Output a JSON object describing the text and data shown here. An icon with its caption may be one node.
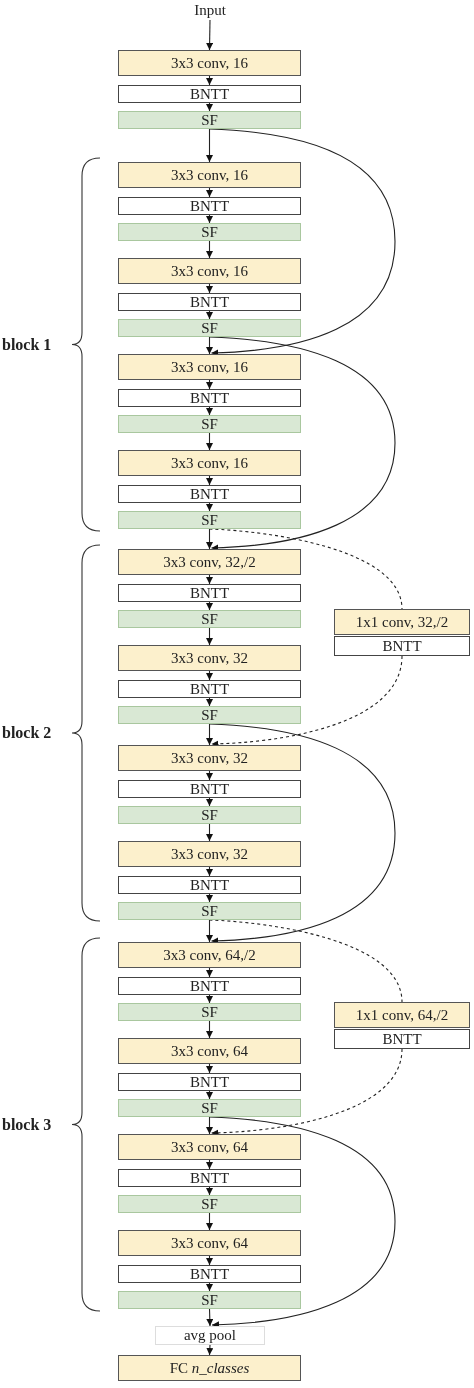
{
  "diagram": {
    "nodes": [
      {
        "text": [
          "Input"
        ]
      },
      {
        "text": [
          "3x3 conv, 16"
        ]
      },
      {
        "text": [
          "BNTT"
        ]
      },
      {
        "text": [
          "SF"
        ]
      },
      {
        "text": [
          "3x3 conv, 16"
        ]
      },
      {
        "text": [
          "BNTT"
        ]
      },
      {
        "text": [
          "SF"
        ]
      },
      {
        "text": [
          "3x3 conv, 16"
        ]
      },
      {
        "text": [
          "BNTT"
        ]
      },
      {
        "text": [
          "SF"
        ]
      },
      {
        "text": [
          "3x3 conv, 16"
        ]
      },
      {
        "text": [
          "BNTT"
        ]
      },
      {
        "text": [
          "SF"
        ]
      },
      {
        "text": [
          "3x3 conv, 16"
        ]
      },
      {
        "text": [
          "BNTT"
        ]
      },
      {
        "text": [
          "SF"
        ]
      },
      {
        "text": [
          "3x3 conv, 32,/2"
        ]
      },
      {
        "text": [
          "BNTT"
        ]
      },
      {
        "text": [
          "SF"
        ]
      },
      {
        "text": [
          "3x3 conv, 32"
        ]
      },
      {
        "text": [
          "BNTT"
        ]
      },
      {
        "text": [
          "SF"
        ]
      },
      {
        "text": [
          "3x3 conv, 32"
        ]
      },
      {
        "text": [
          "BNTT"
        ]
      },
      {
        "text": [
          "SF"
        ]
      },
      {
        "text": [
          "3x3 conv, 32"
        ]
      },
      {
        "text": [
          "BNTT"
        ]
      },
      {
        "text": [
          "SF"
        ]
      },
      {
        "text": [
          "1x1 conv, 32,/2"
        ]
      },
      {
        "text": [
          "BNTT"
        ]
      },
      {
        "text": [
          "3x3 conv, 64,/2"
        ]
      },
      {
        "text": [
          "BNTT"
        ]
      },
      {
        "text": [
          "SF"
        ]
      },
      {
        "text": [
          "3x3 conv, 64"
        ]
      },
      {
        "text": [
          "BNTT"
        ]
      },
      {
        "text": [
          "SF"
        ]
      },
      {
        "text": [
          "3x3 conv, 64"
        ]
      },
      {
        "text": [
          "BNTT"
        ]
      },
      {
        "text": [
          "SF"
        ]
      },
      {
        "text": [
          "3x3 conv, 64"
        ]
      },
      {
        "text": [
          "BNTT"
        ]
      },
      {
        "text": [
          "SF"
        ]
      },
      {
        "text": [
          "1x1 conv, 64,/2"
        ]
      },
      {
        "text": [
          "BNTT"
        ]
      },
      {
        "text": [
          "avg pool"
        ]
      },
      {
        "text": [
          "FC *n_classes*"
        ]
      }
    ],
    "edges": [
      {
        "from": 0,
        "to": 1,
        "arrow": "to"
      },
      {
        "from": 1,
        "to": 2,
        "arrow": "to"
      },
      {
        "from": 2,
        "to": 3,
        "arrow": "to"
      },
      {
        "from": 3,
        "to": 4,
        "arrow": "to"
      },
      {
        "from": 4,
        "to": 5,
        "arrow": "to"
      },
      {
        "from": 5,
        "to": 6,
        "arrow": "to"
      },
      {
        "from": 6,
        "to": 7,
        "arrow": "to"
      },
      {
        "from": 7,
        "to": 8,
        "arrow": "to"
      },
      {
        "from": 8,
        "to": 9,
        "arrow": "to"
      },
      {
        "from": 9,
        "to": 10,
        "arrow": "to"
      },
      {
        "from": 10,
        "to": 11,
        "arrow": "to"
      },
      {
        "from": 11,
        "to": 12,
        "arrow": "to"
      },
      {
        "from": 12,
        "to": 13,
        "arrow": "to"
      },
      {
        "from": 13,
        "to": 14,
        "arrow": "to"
      },
      {
        "from": 14,
        "to": 15,
        "arrow": "to"
      },
      {
        "from": 15,
        "to": 16,
        "arrow": "to"
      },
      {
        "from": 16,
        "to": 17,
        "arrow": "to"
      },
      {
        "from": 17,
        "to": 18,
        "arrow": "to"
      },
      {
        "from": 18,
        "to": 19,
        "arrow": "to"
      },
      {
        "from": 19,
        "to": 20,
        "arrow": "to"
      },
      {
        "from": 20,
        "to": 21,
        "arrow": "to"
      },
      {
        "from": 21,
        "to": 22,
        "arrow": "to"
      },
      {
        "from": 22,
        "to": 23,
        "arrow": "to"
      },
      {
        "from": 23,
        "to": 24,
        "arrow": "to"
      },
      {
        "from": 24,
        "to": 25,
        "arrow": "to"
      },
      {
        "from": 25,
        "to": 26,
        "arrow": "to"
      },
      {
        "from": 26,
        "to": 27,
        "arrow": "to"
      },
      {
        "from": 27,
        "to": 30,
        "arrow": "to"
      },
      {
        "from": 30,
        "to": 31,
        "arrow": "to"
      },
      {
        "from": 31,
        "to": 32,
        "arrow": "to"
      },
      {
        "from": 32,
        "to": 33,
        "arrow": "to"
      },
      {
        "from": 33,
        "to": 34,
        "arrow": "to"
      },
      {
        "from": 34,
        "to": 35,
        "arrow": "to"
      },
      {
        "from": 35,
        "to": 36,
        "arrow": "to"
      },
      {
        "from": 36,
        "to": 37,
        "arrow": "to"
      },
      {
        "from": 37,
        "to": 38,
        "arrow": "to"
      },
      {
        "from": 38,
        "to": 39,
        "arrow": "to"
      },
      {
        "from": 39,
        "to": 40,
        "arrow": "to"
      },
      {
        "from": 40,
        "to": 41,
        "arrow": "to"
      },
      {
        "from": 41,
        "to": 44,
        "arrow": "to"
      },
      {
        "from": 44,
        "to": 45,
        "arrow": "to"
      },
      {
        "from": 3,
        "to": 10,
        "arrow": "to"
      },
      {
        "from": 9,
        "to": 16,
        "arrow": "to"
      },
      {
        "from": 15,
        "to": 28,
        "arrow": "none",
        "style": "dashed"
      },
      {
        "from": 29,
        "to": 22,
        "arrow": "to",
        "style": "dashed"
      },
      {
        "from": 21,
        "to": 30,
        "arrow": "to"
      },
      {
        "from": 27,
        "to": 42,
        "arrow": "none",
        "style": "dashed"
      },
      {
        "from": 43,
        "to": 36,
        "arrow": "to",
        "style": "dashed"
      },
      {
        "from": 35,
        "to": 44,
        "arrow": "to"
      }
    ],
    "labels": [
      "block 1",
      "block 2",
      "block 3"
    ]
  }
}
